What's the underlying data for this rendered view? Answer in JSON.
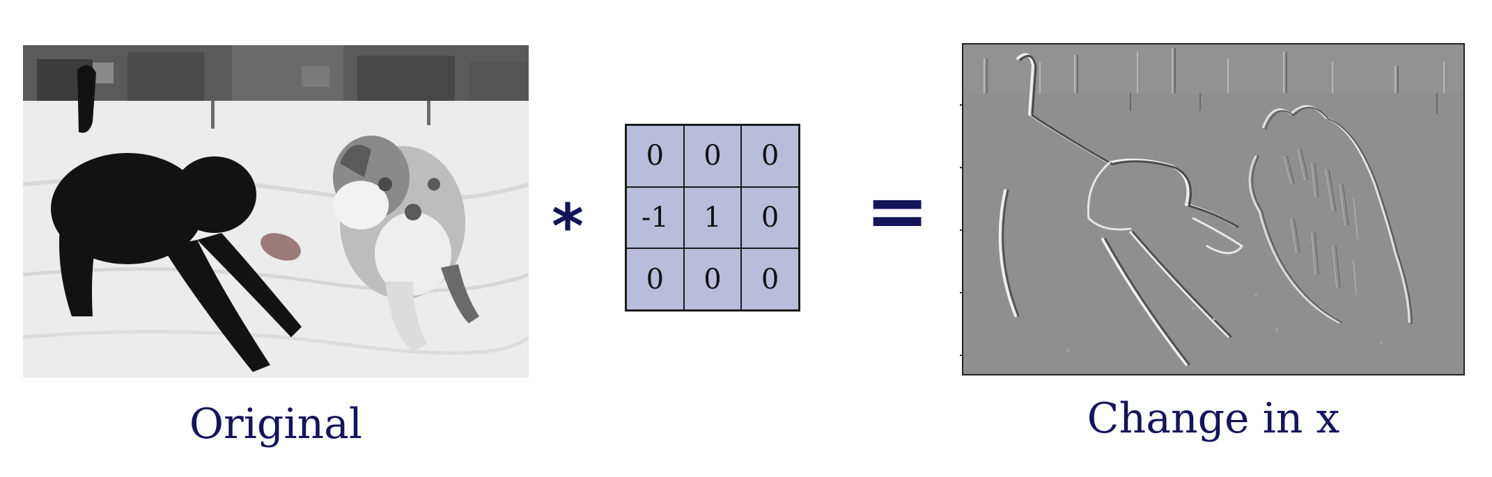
{
  "figure": {
    "original_caption": "Original",
    "result_caption": "Change in x",
    "convolution_symbol": "*",
    "equals_symbol": "=",
    "kernel": [
      [
        "0",
        "0",
        "0"
      ],
      [
        "-1",
        "1",
        "0"
      ],
      [
        "0",
        "0",
        "0"
      ]
    ],
    "colors": {
      "text": "#14145a",
      "kernel_fill": "#b9bcdb",
      "edge_background": "#8f8f8f"
    },
    "images": {
      "original_icon": "dogs-playing-in-snow-photo",
      "result_icon": "horizontal-gradient-edge-map"
    }
  }
}
